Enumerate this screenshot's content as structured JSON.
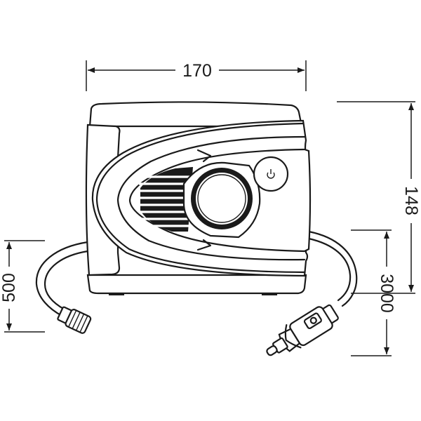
{
  "dimensions": {
    "width": "170",
    "height": "148",
    "hose_length": "500",
    "cable_length": "3000"
  },
  "icons": {
    "power": "power-icon"
  }
}
